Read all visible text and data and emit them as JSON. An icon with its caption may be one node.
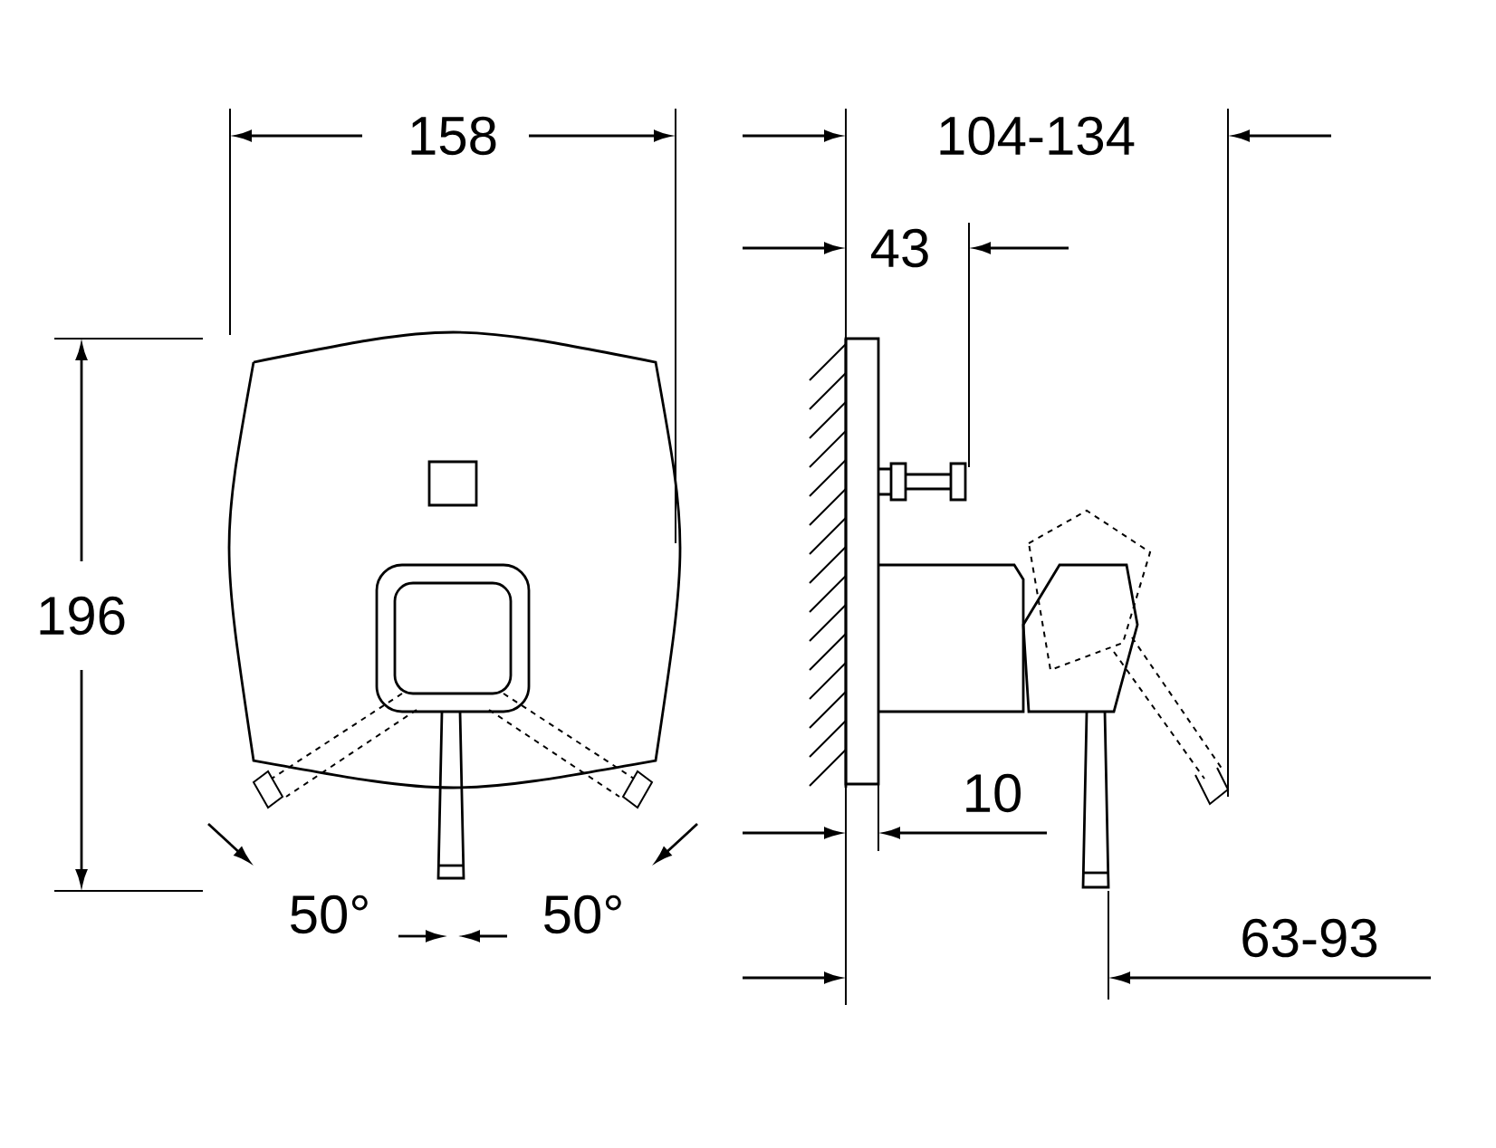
{
  "diagram": {
    "labels": [
      "158",
      "104-134",
      "43",
      "196",
      "10",
      "50°",
      "50°",
      "63-93"
    ]
  }
}
